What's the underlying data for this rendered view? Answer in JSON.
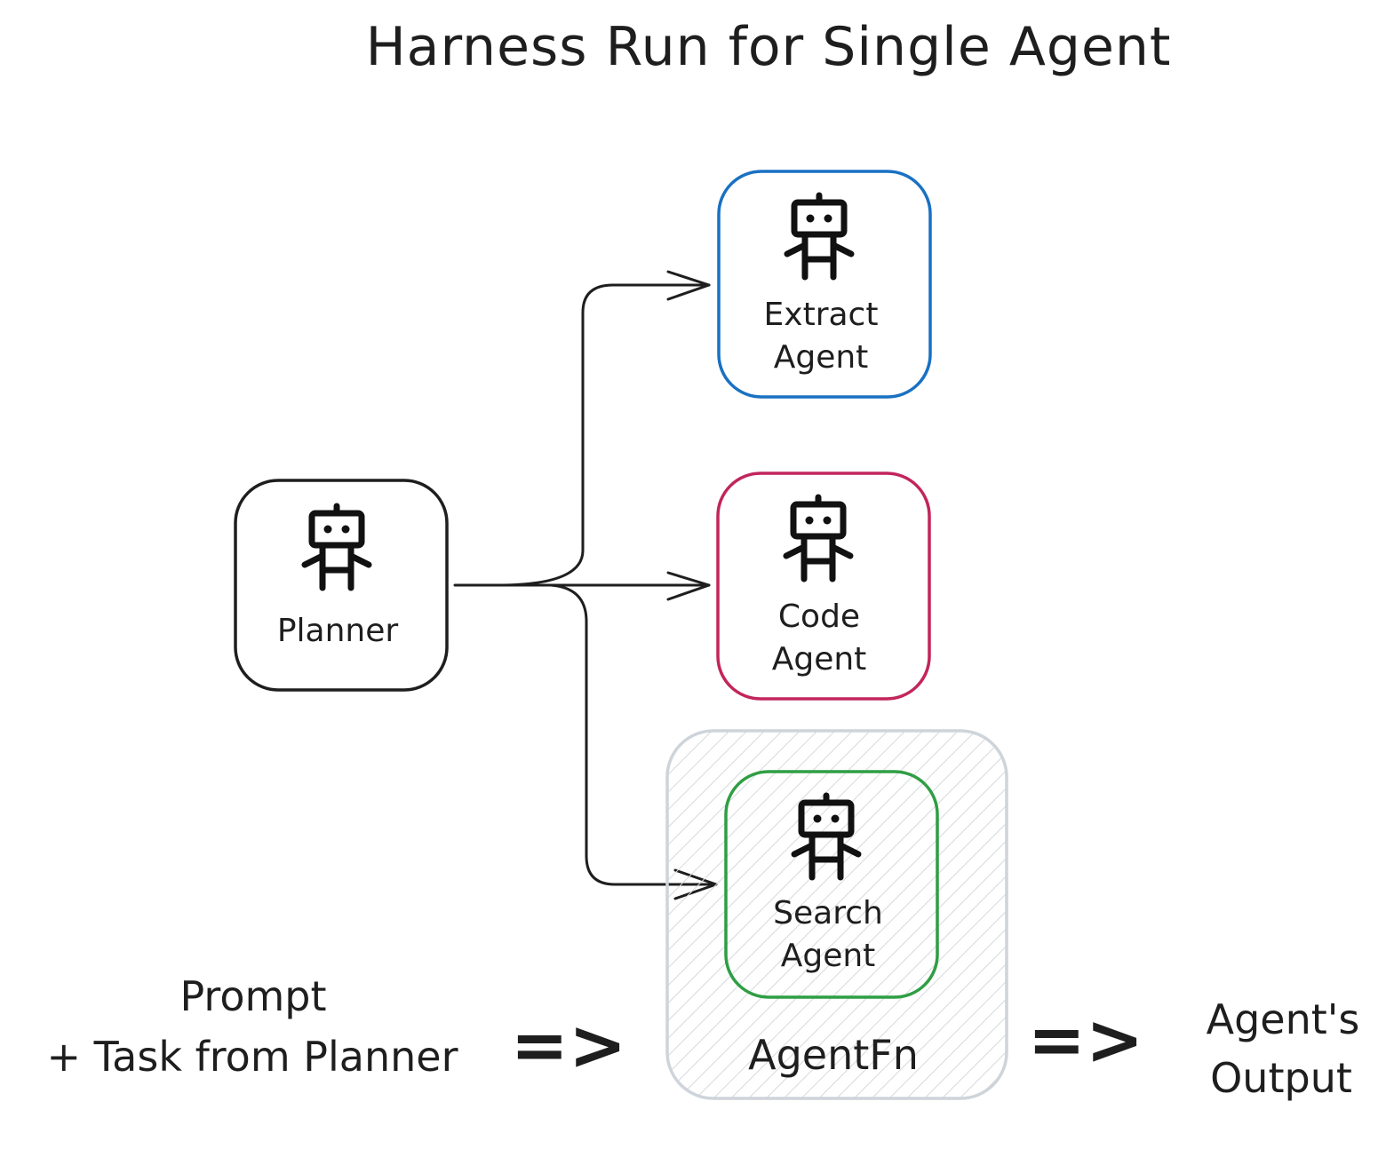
{
  "title": "Harness Run for Single Agent",
  "nodes": {
    "planner": {
      "label": "Planner"
    },
    "extract": {
      "line1": "Extract",
      "line2": "Agent",
      "color": "#1971c2"
    },
    "code": {
      "line1": "Code",
      "line2": "Agent",
      "color": "#c2255c"
    },
    "search": {
      "line1": "Search",
      "line2": "Agent",
      "color": "#2f9e44"
    }
  },
  "wrapper": {
    "label": "AgentFn",
    "border": "#ced4da"
  },
  "input": {
    "line1": "Prompt",
    "line2": "+ Task from Planner"
  },
  "output": {
    "line1": "Agent's",
    "line2": "Output"
  },
  "arrow_glyph": "=>"
}
